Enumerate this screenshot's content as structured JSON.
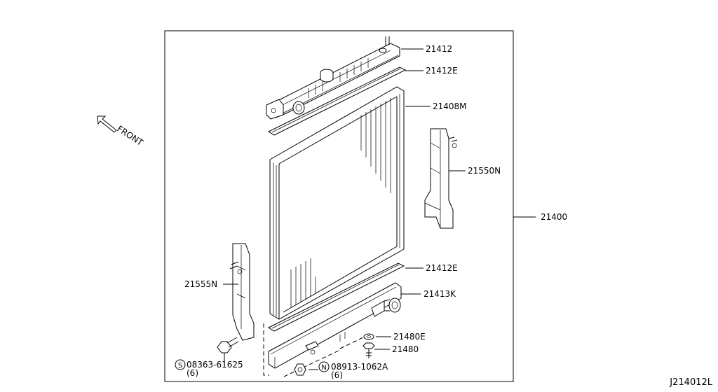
{
  "diagram": {
    "front_label": "FRONT",
    "diagram_code": "J214012L",
    "callouts": {
      "p21412": "21412",
      "p21412E_top": "21412E",
      "p21408M": "21408M",
      "p21550N": "21550N",
      "p21400": "21400",
      "p21412E_bottom": "21412E",
      "p21413K": "21413K",
      "p21555N": "21555N",
      "p21480E": "21480E",
      "p21480": "21480"
    },
    "fasteners": {
      "s_symbol": "S",
      "s_part": "08363-61625",
      "s_qty": "(6)",
      "n_symbol": "N",
      "n_part": "08913-1062A",
      "n_qty": "(6)"
    }
  }
}
